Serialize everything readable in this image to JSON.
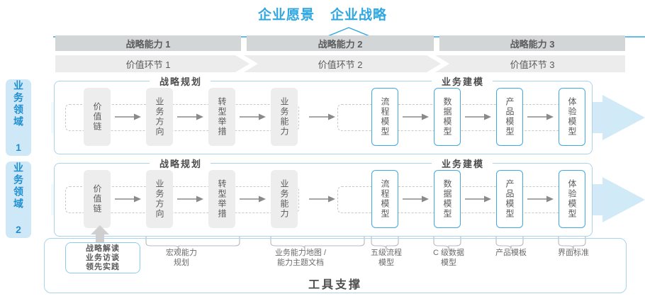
{
  "header": {
    "vision": "企业愿景",
    "strategy": "企业战略"
  },
  "capability_band": [
    {
      "label": "战略能力 1"
    },
    {
      "label": "战略能力 2"
    },
    {
      "label": "战略能力 3"
    }
  ],
  "value_chain_band": [
    {
      "label": "价值环节 1"
    },
    {
      "label": "价值环节 2"
    },
    {
      "label": "价值环节 3"
    }
  ],
  "domains": [
    {
      "label": "业务领域 1"
    },
    {
      "label": "业务领域 2"
    }
  ],
  "sections": {
    "planning": "战略规划",
    "modeling": "业务建模"
  },
  "nodes": [
    {
      "label": "价值链",
      "style": "gray"
    },
    {
      "label": "业务方向",
      "style": "gray"
    },
    {
      "label": "转型举措",
      "style": "gray"
    },
    {
      "label": "业务能力",
      "style": "gray"
    },
    {
      "label": "流程模型",
      "style": "blue"
    },
    {
      "label": "数据模型",
      "style": "blue"
    },
    {
      "label": "产品模型",
      "style": "blue"
    },
    {
      "label": "体验模型",
      "style": "blue"
    }
  ],
  "callout": {
    "line1": "战略解读",
    "line2": "业务访谈",
    "line3": "领先实践"
  },
  "tool_labels": [
    {
      "line1": "宏观能力",
      "line2": "规划"
    },
    {
      "line1": "业务能力地图 /",
      "line2": "能力主题文档"
    },
    {
      "line1": "五级流程",
      "line2": "模型"
    },
    {
      "line1": "C 级数据",
      "line2": "模型"
    },
    {
      "line1": "产品模板",
      "line2": ""
    },
    {
      "line1": "界面标准",
      "line2": ""
    }
  ],
  "footer": {
    "label": "工具支撑"
  },
  "colors": {
    "accent_blue": "#2fa7e0",
    "band_gray": "#d3d6d7",
    "band_light": "#ececec",
    "node_gray": "#ededed",
    "node_blue_border": "#41a9e0",
    "container_border": "#a8d4ee",
    "domain_tab_bg": "#cfe8f7",
    "text_gray": "#595959"
  }
}
